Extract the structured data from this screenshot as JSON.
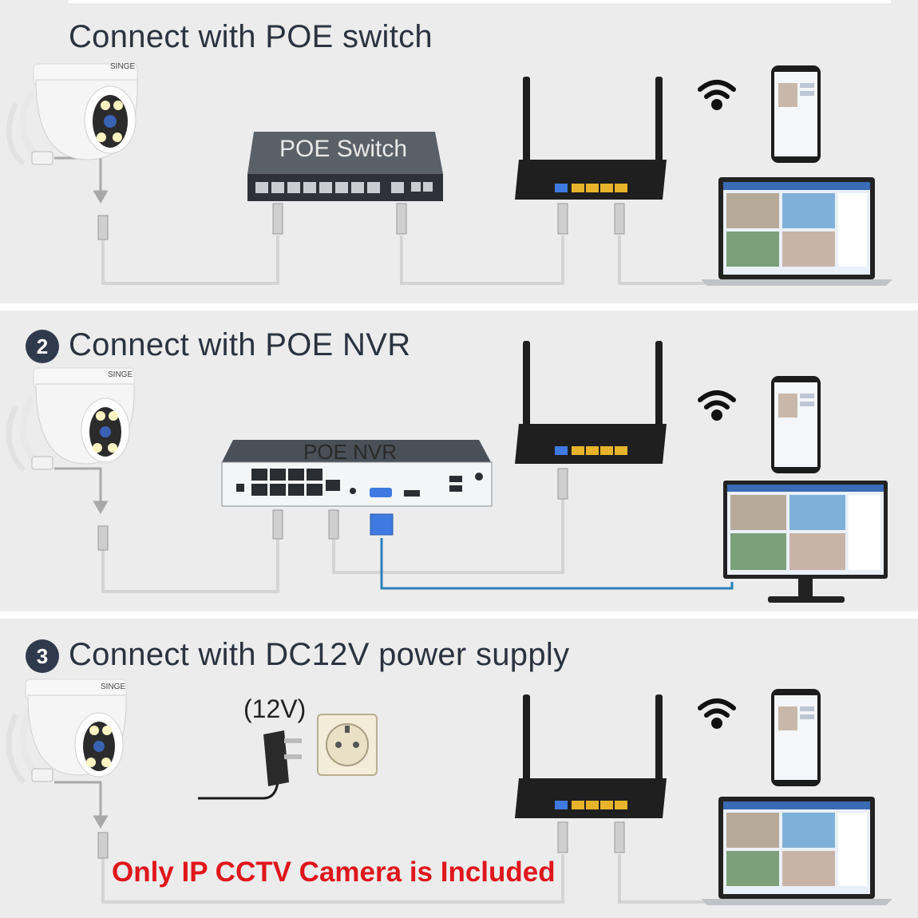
{
  "panels": [
    {
      "badge": "",
      "title": "Connect with POE switch",
      "device_label": "POE Switch"
    },
    {
      "badge": "2",
      "title": "Connect with POE NVR",
      "device_label": "POE NVR"
    },
    {
      "badge": "3",
      "title": "Connect with DC12V power supply",
      "voltage_label": "(12V)",
      "notice": "Only IP CCTV Camera is Included"
    }
  ],
  "camera": {
    "brand": "SINGE"
  },
  "colors": {
    "panel_bg": "#ececec",
    "title": "#2b3340",
    "badge": "#2f3a4d",
    "cable": "#d4d4d4",
    "vga_cable": "#2a7fb8",
    "notice": "#e0161b",
    "router_port": "#e6b32a"
  },
  "icons": [
    "camera-icon",
    "switch-icon",
    "router-icon",
    "wifi-icon",
    "phone-icon",
    "laptop-icon",
    "nvr-icon",
    "monitor-icon",
    "power-adapter-icon",
    "wall-socket-icon",
    "ethernet-plug-icon"
  ]
}
